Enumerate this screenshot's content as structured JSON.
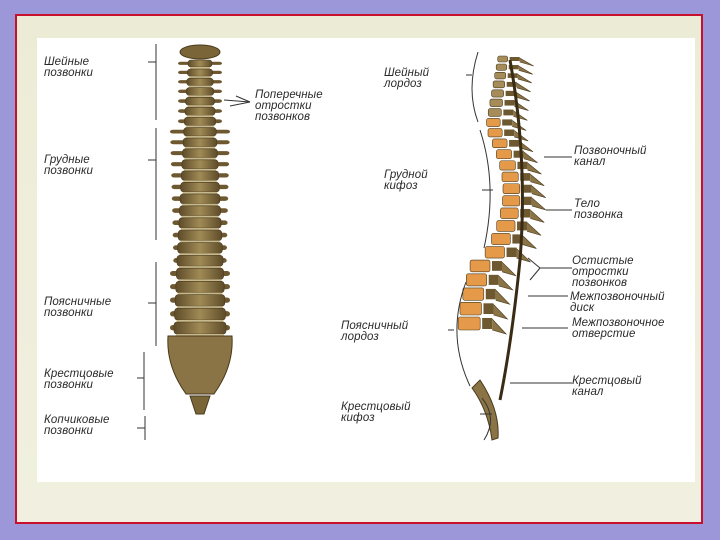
{
  "colors": {
    "background": "#9b97d8",
    "frame_border": "#c8102e",
    "bone": "#8a7344",
    "disc": "#e59a4a"
  },
  "left_figure": {
    "labels": {
      "cervical": [
        "Шейные",
        "позвонки"
      ],
      "transverse": [
        "Поперечные",
        "отростки",
        "позвонков"
      ],
      "thoracic": [
        "Грудные",
        "позвонки"
      ],
      "lumbar": [
        "Поясничные",
        "позвонки"
      ],
      "sacral": [
        "Крестцовые",
        "позвонки"
      ],
      "coccygeal": [
        "Копчиковые",
        "позвонки"
      ]
    }
  },
  "right_figure": {
    "labels": {
      "cervical_lordosis": [
        "Шейный",
        "лордоз"
      ],
      "thoracic_kyphosis": [
        "Грудной",
        "кифоз"
      ],
      "lumbar_lordosis": [
        "Поясничный",
        "лордоз"
      ],
      "sacral_kyphosis": [
        "Крестцовый",
        "кифоз"
      ],
      "spinal_canal": [
        "Позвоночный",
        "канал"
      ],
      "vertebral_body": [
        "Тело",
        "позвонка"
      ],
      "spinous_processes": [
        "Остистые",
        "отростки",
        "позвонков"
      ],
      "intervertebral_disc": [
        "Межпозвоночный",
        "диск"
      ],
      "intervertebral_foramen": [
        "Межпозвоночное",
        "отверстие"
      ],
      "sacral_canal": [
        "Крестцовый",
        "канал"
      ]
    }
  }
}
